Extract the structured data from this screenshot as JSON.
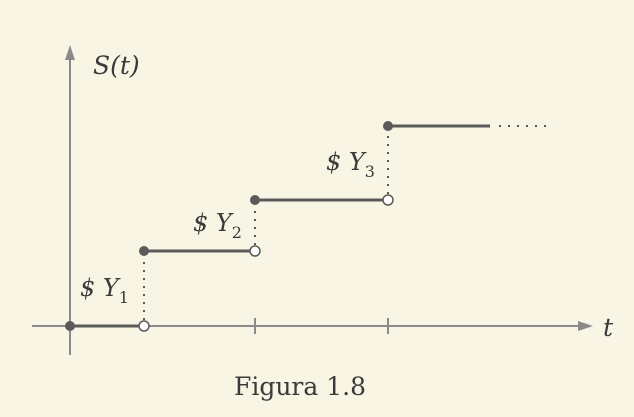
{
  "diagram": {
    "y_axis_label": "S(t)",
    "x_axis_label": "t",
    "caption": "Figura 1.8",
    "jump_labels": [
      {
        "main": "$ Y",
        "sub": "1"
      },
      {
        "main": "$ Y",
        "sub": "2"
      },
      {
        "main": "$ Y",
        "sub": "3"
      }
    ],
    "continuation": "......",
    "colors": {
      "background": "#f8f5e4",
      "axis": "#8a8a8a",
      "step": "#5a5a5a",
      "text": "#3a3a3a"
    }
  }
}
